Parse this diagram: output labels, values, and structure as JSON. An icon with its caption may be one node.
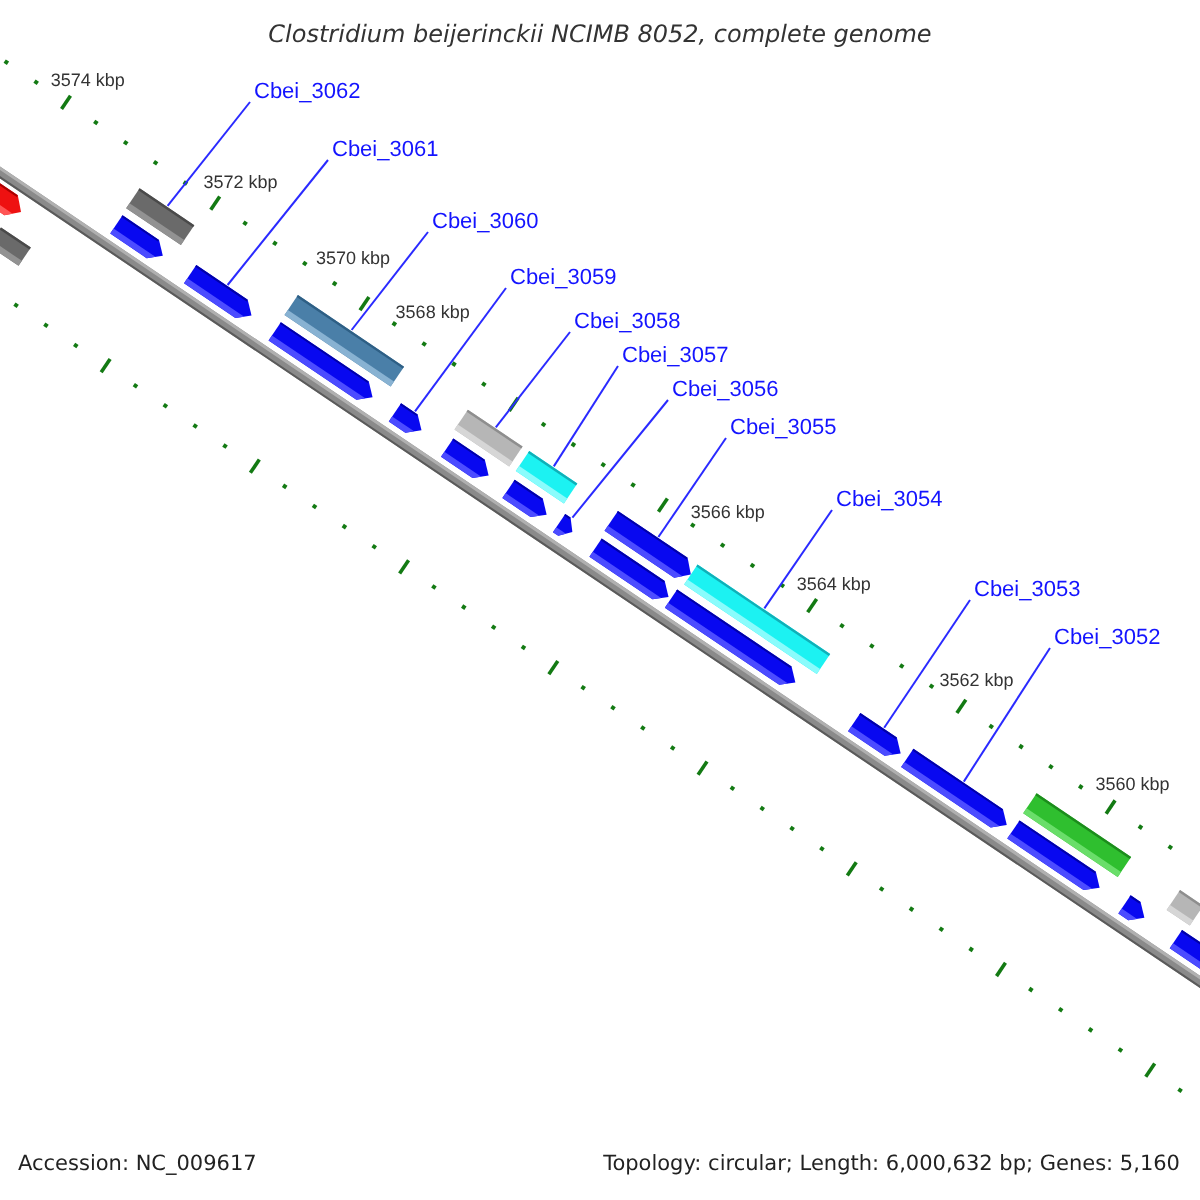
{
  "diagram": {
    "title": "Clostridium beijerinckii NCIMB 8052, complete genome",
    "nodes": [
      {
        "text": [
          "Cbei_3062"
        ]
      },
      {
        "text": [
          "Cbei_3061"
        ]
      },
      {
        "text": [
          "Cbei_3060"
        ]
      },
      {
        "text": [
          "Cbei_3059"
        ]
      },
      {
        "text": [
          "Cbei_3058"
        ]
      },
      {
        "text": [
          "Cbei_3057"
        ]
      },
      {
        "text": [
          "Cbei_3056"
        ]
      },
      {
        "text": [
          "Cbei_3055"
        ]
      },
      {
        "text": [
          "Cbei_3054"
        ]
      },
      {
        "text": [
          "Cbei_3053"
        ]
      },
      {
        "text": [
          "Cbei_3052"
        ]
      },
      {
        "text": [],
        "shape": "bar"
      },
      {
        "text": [],
        "shape": "arrow"
      },
      {
        "text": [],
        "shape": "arrow"
      },
      {
        "text": [],
        "shape": "bar"
      },
      {
        "text": [],
        "shape": "arrow"
      },
      {
        "text": [],
        "shape": "arrow"
      },
      {
        "text": [],
        "shape": "bar"
      },
      {
        "text": [],
        "shape": "arrow"
      },
      {
        "text": [],
        "shape": "arrow"
      },
      {
        "text": [],
        "shape": "bar"
      },
      {
        "text": [],
        "shape": "arrow"
      },
      {
        "text": [],
        "shape": "bar"
      },
      {
        "text": [],
        "shape": "arrow"
      },
      {
        "text": [],
        "shape": "arrow"
      },
      {
        "text": [],
        "shape": "arrow"
      },
      {
        "text": [],
        "shape": "arrow"
      },
      {
        "text": [],
        "shape": "bar"
      },
      {
        "text": [],
        "shape": "arrow"
      },
      {
        "text": [],
        "shape": "arrow"
      },
      {
        "text": [],
        "shape": "arrow"
      },
      {
        "text": [],
        "shape": "bar"
      },
      {
        "text": [],
        "shape": "arrow"
      },
      {
        "text": [],
        "shape": "bar"
      },
      {
        "text": [],
        "shape": "arrow"
      }
    ],
    "edges": [
      {
        "from": 0,
        "to": 14,
        "arrow": "none"
      },
      {
        "from": 1,
        "to": 15,
        "arrow": "none"
      },
      {
        "from": 2,
        "to": 17,
        "arrow": "none"
      },
      {
        "from": 3,
        "to": 18,
        "arrow": "none"
      },
      {
        "from": 4,
        "to": 20,
        "arrow": "none"
      },
      {
        "from": 5,
        "to": 22,
        "arrow": "none"
      },
      {
        "from": 6,
        "to": 23,
        "arrow": "none"
      },
      {
        "from": 7,
        "to": 25,
        "arrow": "none"
      },
      {
        "from": 8,
        "to": 27,
        "arrow": "none"
      },
      {
        "from": 9,
        "to": 28,
        "arrow": "none"
      },
      {
        "from": 10,
        "to": 29,
        "arrow": "none"
      }
    ],
    "labels": [
      "3574 kbp",
      "3572 kbp",
      "3570 kbp",
      "3568 kbp",
      "3566 kbp",
      "3564 kbp",
      "3562 kbp",
      "3560 kbp",
      "Accession: NC_009617",
      "Topology: circular; Length: 6,000,632 bp; Genes: 5,160"
    ]
  }
}
